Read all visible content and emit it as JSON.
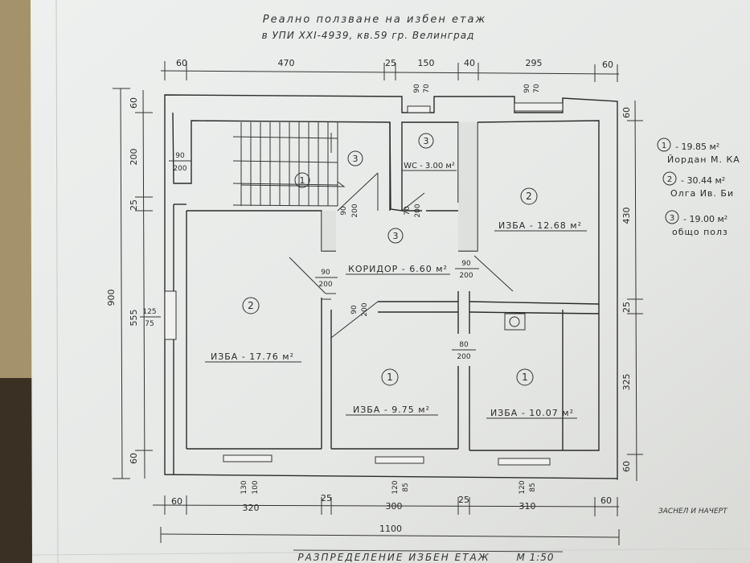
{
  "title": {
    "line1": "Реално ползване на избен етаж",
    "line2": "в УПИ XXI-4939, кв.59 гр. Велинград"
  },
  "footer_title": "РАЗПРЕДЕЛЕНИЕ ИЗБЕН ЕТАЖ",
  "scale": "М 1:50",
  "author_note": "ЗАСНЕЛ И НАЧЕРТ",
  "legend": [
    {
      "num": "1",
      "area": "- 19.85 м²",
      "owner": "Йордан М. КА"
    },
    {
      "num": "2",
      "area": "- 30.44 м²",
      "owner": "Олга Ив. Би"
    },
    {
      "num": "3",
      "area": "- 19.00 м²",
      "owner": "общо полз"
    }
  ],
  "rooms": {
    "izba_big": "ИЗБА - 17.76 м²",
    "izba_top_right": "ИЗБА - 12.68 м²",
    "izba_mid": "ИЗБА - 9.75 м²",
    "izba_right": "ИЗБА - 10.07 м²",
    "wc": "WC - 3.00 м²",
    "koridor": "КОРИДОР - 6.60 м²"
  },
  "zones": {
    "z_stair": "1",
    "z_stair_hall": "3",
    "z_wc": "3",
    "z_koridor": "3",
    "z_top_right": "2",
    "z_big": "2",
    "z_mid": "1",
    "z_right": "1"
  },
  "dims_top": {
    "d60a": "60",
    "d470": "470",
    "d25": "25",
    "d150": "150",
    "d40": "40",
    "d295": "295",
    "d60b": "60"
  },
  "dims_bottom": {
    "d60a": "60",
    "d320": "320",
    "d25a": "25",
    "d300": "300",
    "d25b": "25",
    "d310": "310",
    "d60b": "60",
    "total": "1100"
  },
  "dims_left": {
    "d60a": "60",
    "d200": "200",
    "d25": "25",
    "d555": "555",
    "d60b": "60",
    "total": "900"
  },
  "dims_right": {
    "d60a": "60",
    "d430": "430",
    "d25": "25",
    "d325": "325",
    "d60b": "60"
  },
  "openings": {
    "door_stair": [
      "90",
      "200"
    ],
    "door_hall": [
      "90",
      "200"
    ],
    "door_wc": [
      "70",
      "200"
    ],
    "door_koridor_left": [
      "90",
      "200"
    ],
    "door_koridor_right": [
      "90",
      "200"
    ],
    "door_mid": [
      "90",
      "200"
    ],
    "door_right": [
      "80",
      "200"
    ],
    "win_top_wc": [
      "90",
      "70"
    ],
    "win_top_right": [
      "90",
      "70"
    ],
    "win_left": [
      "125",
      "75"
    ],
    "win_bot_1": [
      "130",
      "100"
    ],
    "win_bot_2": [
      "120",
      "85"
    ],
    "win_bot_3": [
      "120",
      "85"
    ]
  }
}
